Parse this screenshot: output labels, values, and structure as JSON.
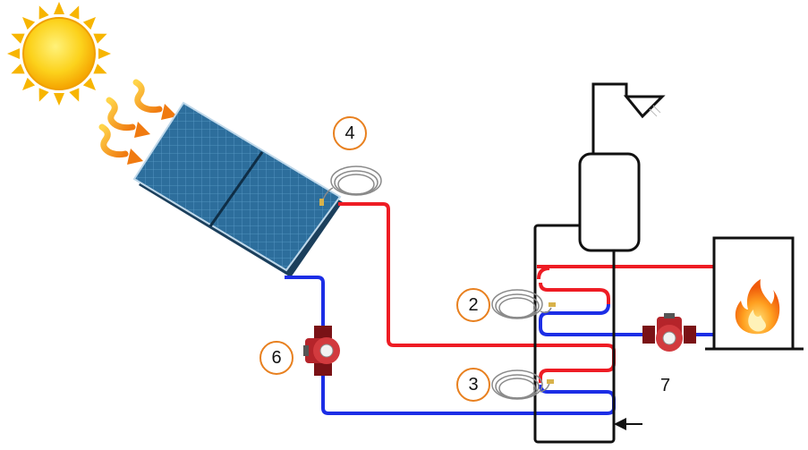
{
  "labels": {
    "collector_sensor": "4",
    "tank_upper_sensor": "2",
    "tank_lower_sensor": "3",
    "solar_pump": "6",
    "boiler_pump": "7"
  },
  "colors": {
    "hot_pipe": "#ee1c24",
    "cold_pipe": "#1c2ee6",
    "outline": "#111111",
    "label_ring": "#e8801f",
    "panel": "#2c6f9a",
    "sun": "#f7b500",
    "pump": "#c0282a"
  },
  "icons": [
    "sun-icon",
    "heat-wave-icon",
    "solar-panel-icon",
    "sensor-cable-icon",
    "pump-icon",
    "flame-icon",
    "shower-icon",
    "inlet-arrow-icon"
  ]
}
